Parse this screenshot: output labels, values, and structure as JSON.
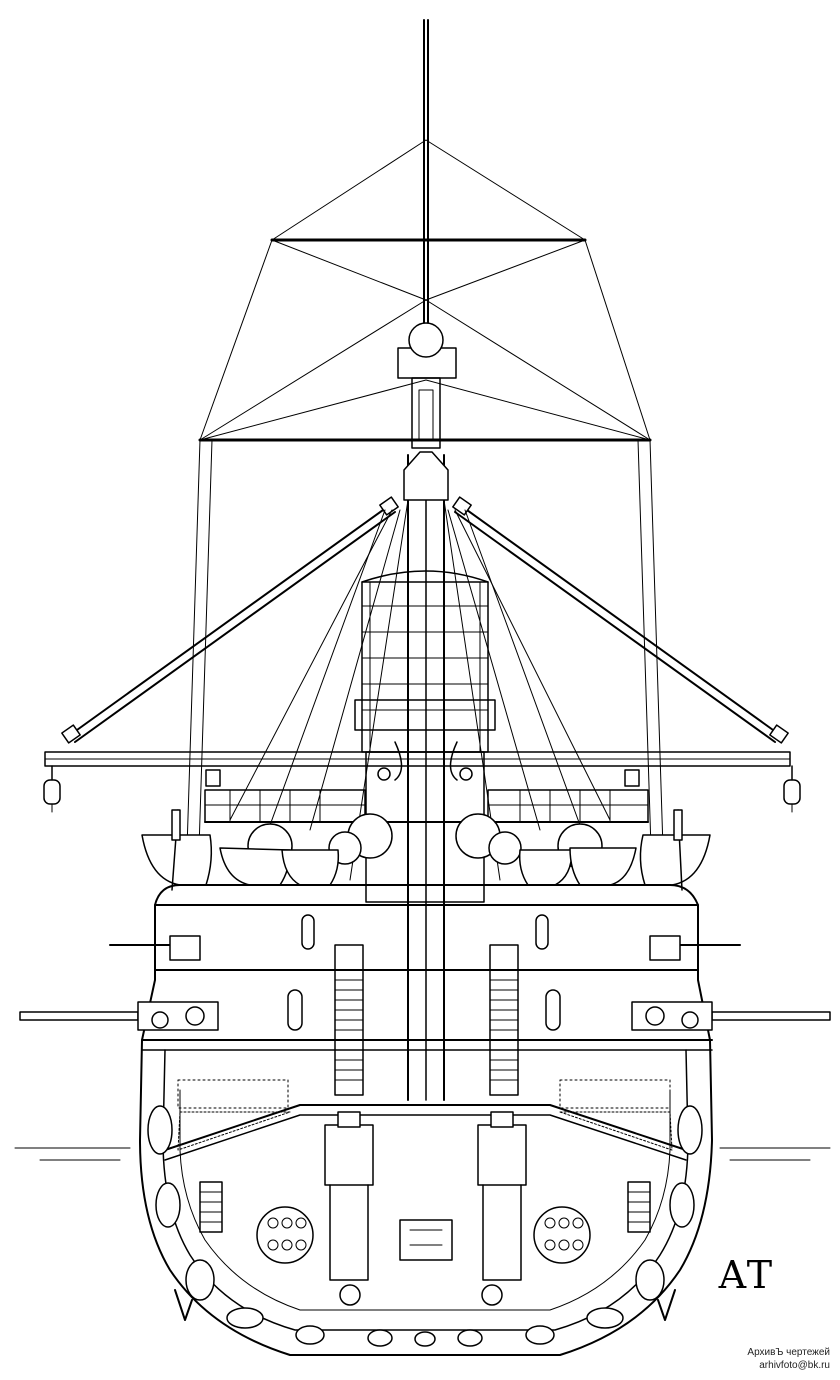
{
  "drawing": {
    "subject": "ship-cross-section",
    "ink_color": "#000000",
    "paper_color": "#ffffff"
  },
  "monogram": {
    "glyph": "АТ"
  },
  "credit": {
    "archive_line": "АрхивЪ чертежей",
    "email_line": "arhivfoto@bk.ru"
  }
}
